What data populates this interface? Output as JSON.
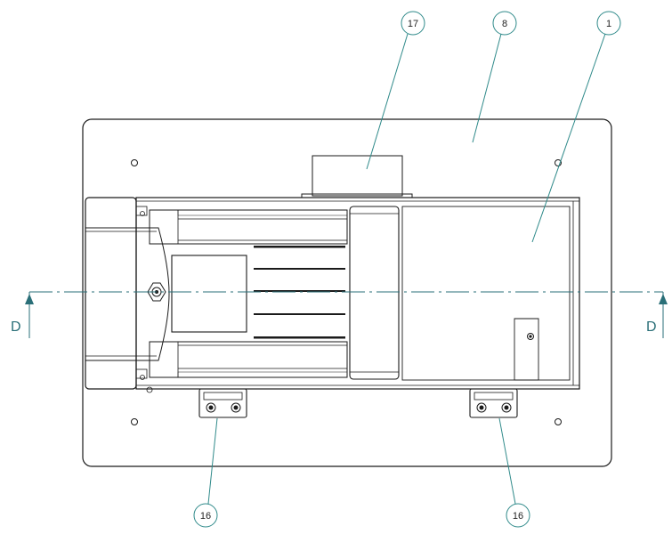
{
  "balloons": [
    {
      "id": "balloon-17",
      "label": "17"
    },
    {
      "id": "balloon-8",
      "label": "8"
    },
    {
      "id": "balloon-1",
      "label": "1"
    },
    {
      "id": "balloon-16-left",
      "label": "16"
    },
    {
      "id": "balloon-16-right",
      "label": "16"
    }
  ],
  "section": {
    "left_label": "D",
    "right_label": "D"
  },
  "colors": {
    "balloon": "#2f8a8a",
    "section_line": "#2a6f78",
    "outline": "#1a1a1a"
  }
}
